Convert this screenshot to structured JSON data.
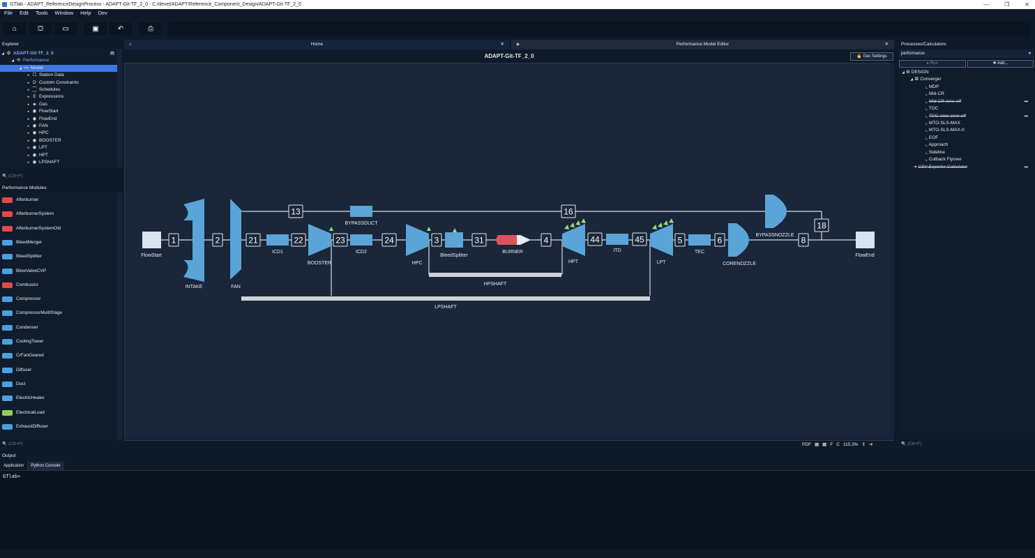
{
  "window": {
    "title": "GTlab - ADAPT_ReferenceDesignProcess - ADAPT-Git-TF_2_0 - C:/devel/ADAPT/Reference_Component_Design/ADAPT-Git-TF_2_0"
  },
  "menu": [
    "File",
    "Edit",
    "Tools",
    "Window",
    "Help",
    "Dev"
  ],
  "toolbar": {
    "home": "⌂",
    "package": "⛋",
    "folder": "▭",
    "save": "▣",
    "undo": "↶",
    "print": "⎙"
  },
  "explorer": {
    "title": "Explorer",
    "project": "ADAPT-Git-TF_2_0",
    "performance": "Performance",
    "model": "Model",
    "items": [
      "Station Data",
      "Custom Constraints",
      "Schedules",
      "Expressions",
      "Gas",
      "FlowStart",
      "FlowEnd",
      "FAN",
      "HPC",
      "BOOSTER",
      "LPT",
      "HPT",
      "LPSHAFT"
    ],
    "icons": [
      "☐",
      "D",
      "⁐",
      "E",
      "◈",
      "◉",
      "◉",
      "◉",
      "◉",
      "◉",
      "◉",
      "◉",
      "◉"
    ],
    "filter": "(Ctrl+F)"
  },
  "modules": {
    "title": "Performance Modules",
    "items": [
      "Afterburner",
      "AfterburnerSystem",
      "AfterburnerSystemOld",
      "BleedMerger",
      "BleedSplitter",
      "BlowValveCVP",
      "Combustor",
      "Compressor",
      "CompressorMultiStage",
      "Condenser",
      "CoolingTower",
      "CrFanGeared",
      "Diffuser",
      "Duct",
      "ElectricHeater",
      "ElectricalLoad",
      "ExhaustDiffuser"
    ],
    "colors": [
      "#e34a4a",
      "#e34a4a",
      "#e34a4a",
      "#4aa0e0",
      "#4aa0e0",
      "#4aa0e0",
      "#e34a4a",
      "#4aa0e0",
      "#4aa0e0",
      "#4aa0e0",
      "#4aa0e0",
      "#4aa0e0",
      "#4aa0e0",
      "#4aa0e0",
      "#4aa0e0",
      "#8fce5a",
      "#4aa0e0"
    ],
    "filter": "(Ctrl+F)"
  },
  "tabs": {
    "home": "Home",
    "editor": "Performance Model Editor"
  },
  "editor": {
    "title": "ADAPT-Git-TF_2_0",
    "gas_settings": "Gas Settings",
    "zoom": "115.3%",
    "status": [
      "PDF",
      "▦",
      "▦",
      "F",
      "C"
    ]
  },
  "diagram": {
    "components": {
      "flowstart": "FlowStart",
      "intake": "INTAKE",
      "fan": "FAN",
      "icd1": "ICD1",
      "booster": "BOOSTER",
      "icd2": "ICD2",
      "hpc": "HPC",
      "bleedsplitter": "BleedSplitter",
      "burner": "BURNER",
      "hpt": "HPT",
      "itd": "ITD",
      "lpt": "LPT",
      "tec": "TEC",
      "corenozzle": "CORENOZZLE",
      "bypassduct": "BYPASSDUCT",
      "bypassnozzle": "BYPASSNOZZLE",
      "flowend": "FlowEnd",
      "hpshaft": "HPSHAFT",
      "lpshaft": "LPSHAFT"
    },
    "stations": {
      "s1": "1",
      "s2": "2",
      "s21": "21",
      "s22": "22",
      "s23": "23",
      "s24": "24",
      "s3": "3",
      "s31": "31",
      "s4": "4",
      "s44": "44",
      "s45": "45",
      "s5": "5",
      "s6": "6",
      "s8": "8",
      "s13": "13",
      "s16": "16",
      "s18": "18"
    }
  },
  "processes": {
    "title": "Processes/Calculators",
    "selector": "performance",
    "run": "▸ Run",
    "add": "✚ Add...",
    "design": "DESIGN",
    "converger": "Converger",
    "items": [
      "MDP",
      "Mid-CR",
      "Mid-CR-zero-off",
      "TOC",
      "TOC-slow-zero-off",
      "MTO-SLS-MAX",
      "MTO-SLS-MAX-0",
      "EOF",
      "Approach",
      "Sideline",
      "Cutback Flyover"
    ],
    "csv": "CSV Exporter Calculator",
    "filter": "(Ctrl+F)"
  },
  "output": {
    "title": "Output",
    "tabs": [
      "Application",
      "Python Console"
    ],
    "prompt": "GTlab>"
  }
}
